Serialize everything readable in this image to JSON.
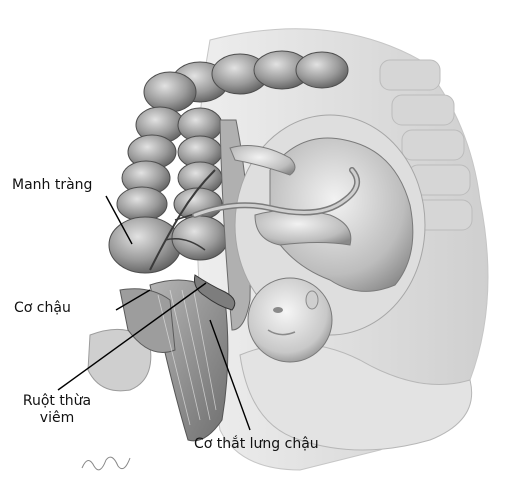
{
  "labels": {
    "manh_trang": "Manh tràng",
    "co_chau": "Cơ chậu",
    "ruot_thua_line1": "Ruột thừa",
    "ruot_thua_line2": "viêm",
    "co_that_lung_chau": "Cơ thắt lưng chậu"
  },
  "colors": {
    "background": "#ffffff",
    "anatomy_light": "#d8d8d8",
    "anatomy_mid": "#a9a9a9",
    "anatomy_dark": "#6f6f6f",
    "leader_line": "#000000"
  }
}
